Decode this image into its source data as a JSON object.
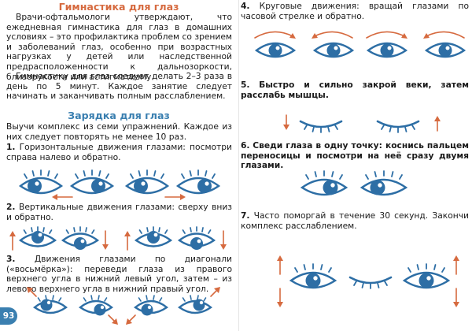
{
  "page": {
    "title": "Гимнастика для глаз",
    "intro_1": "Врачи-офтальмологи утверждают, что ежедневная гимнастика для глаз в домашних условиях – это профилактика проблем со зрением и заболеваний глаз, особенно при возрастных нагрузках у детей или наследственной предрасположенности к дальнозоркости, близорукости или астигматизму.",
    "intro_2": "Гимнастику для глаз следует делать 2–3 раза в день по 5 минут. Каждое занятие следует начинать и заканчивать полным расслаблением.",
    "subtitle": "Зарядка для глаз",
    "lead": "Выучи комплекс из семи упражнений. Каждое из них следует повторять не менее 10 раз.",
    "page_number": "93"
  },
  "exercises": [
    {
      "num": "1.",
      "text": "Горизонтальные движения глазами: посмотри справа налево и обратно."
    },
    {
      "num": "2.",
      "text": "Вертикальные движения глазами: сверху вниз и обратно."
    },
    {
      "num": "3.",
      "text": "Движения глазами по диагонали («восьмёрка»): переведи глаза из правого верхнего угла в нижний левый угол, затем – из левого верхнего угла в нижний правый угол."
    },
    {
      "num": "4.",
      "text": "Круговые движения: вращай глазами по часовой стрелке и обратно."
    },
    {
      "num": "5.",
      "text": "Быстро и сильно закрой веки, затем расслабь мышцы."
    },
    {
      "num": "6.",
      "text": "Сведи глаза в одну точку: коснись пальцем переносицы и посмотри на неё сразу двумя глазами."
    },
    {
      "num": "7.",
      "text": "Часто поморгай в течение 30 секунд. Закончи комплекс расслаблением."
    }
  ],
  "colors": {
    "eye": "#2d6ea5",
    "arrow": "#d66a3f",
    "title": "#d66a3f",
    "subtitle": "#3a7fb0"
  },
  "icons": [
    "eye-icon",
    "closed-eye-icon",
    "arrow-left-icon",
    "arrow-right-icon",
    "arrow-up-icon",
    "arrow-down-icon",
    "arrow-diagonal-icon",
    "arrow-curve-icon"
  ]
}
